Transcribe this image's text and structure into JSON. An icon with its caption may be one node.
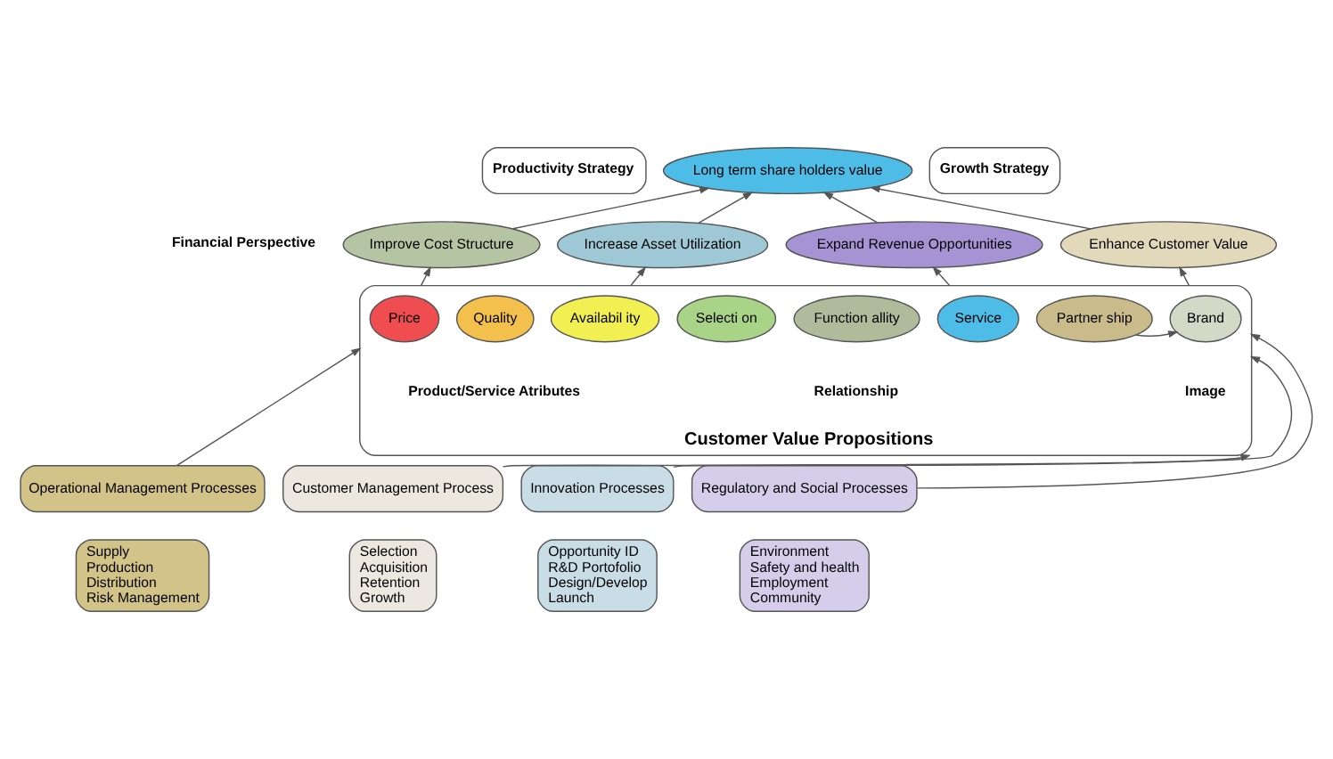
{
  "diagram": {
    "nodes": [
      {
        "text": [
          "Productivity Strategy"
        ]
      },
      {
        "text": [
          "Long term share holders value"
        ]
      },
      {
        "text": [
          "Growth Strategy"
        ]
      },
      {
        "text": [
          "Improve Cost Structure"
        ]
      },
      {
        "text": [
          "Increase Asset Utilization"
        ]
      },
      {
        "text": [
          "Expand Revenue Opportunities"
        ]
      },
      {
        "text": [
          "Enhance Customer Value"
        ]
      },
      {
        "text": [
          "Customer Value Propositions"
        ]
      },
      {
        "text": [
          "Price"
        ],
        "in": 7
      },
      {
        "text": [
          "Quality"
        ],
        "in": 7
      },
      {
        "text": [
          "Availabil ity"
        ],
        "in": 7
      },
      {
        "text": [
          "Selecti on"
        ],
        "in": 7
      },
      {
        "text": [
          "Function allity"
        ],
        "in": 7
      },
      {
        "text": [
          "Service"
        ],
        "in": 7
      },
      {
        "text": [
          "Partner ship"
        ],
        "in": 7
      },
      {
        "text": [
          "Brand"
        ],
        "in": 7
      },
      {
        "text": [
          "Operational Management Processes"
        ]
      },
      {
        "text": [
          "Supply",
          "Production",
          "Distribution",
          "Risk Management"
        ]
      },
      {
        "text": [
          "Customer Management Process"
        ]
      },
      {
        "text": [
          "Selection",
          "Acquisition",
          "Retention",
          "Growth"
        ]
      },
      {
        "text": [
          "Innovation Processes"
        ]
      },
      {
        "text": [
          "Opportunity ID",
          "R&D Portofolio",
          "Design/Develop",
          "Launch"
        ]
      },
      {
        "text": [
          "Regulatory and Social Processes"
        ]
      },
      {
        "text": [
          "Environment",
          "Safety and health",
          "Employment",
          "Community"
        ]
      }
    ],
    "edges": [
      {
        "from": 3,
        "to": 1,
        "arrow": "to"
      },
      {
        "from": 4,
        "to": 1,
        "arrow": "to"
      },
      {
        "from": 5,
        "to": 1,
        "arrow": "to"
      },
      {
        "from": 6,
        "to": 1,
        "arrow": "to"
      },
      {
        "from": 7,
        "to": 3,
        "arrow": "to"
      },
      {
        "from": 7,
        "to": 4,
        "arrow": "to"
      },
      {
        "from": 7,
        "to": 5,
        "arrow": "to"
      },
      {
        "from": 7,
        "to": 6,
        "arrow": "to"
      },
      {
        "from": 14,
        "to": 15,
        "arrow": "to"
      },
      {
        "from": 16,
        "to": 7,
        "arrow": "to"
      },
      {
        "from": 18,
        "to": 7,
        "arrow": "to"
      },
      {
        "from": 20,
        "to": 7,
        "arrow": "to"
      },
      {
        "from": 22,
        "to": 7,
        "arrow": "to"
      }
    ],
    "labels": [
      "Financial Perspective",
      "Product/Service Atributes",
      "Relationship",
      "Image"
    ]
  }
}
